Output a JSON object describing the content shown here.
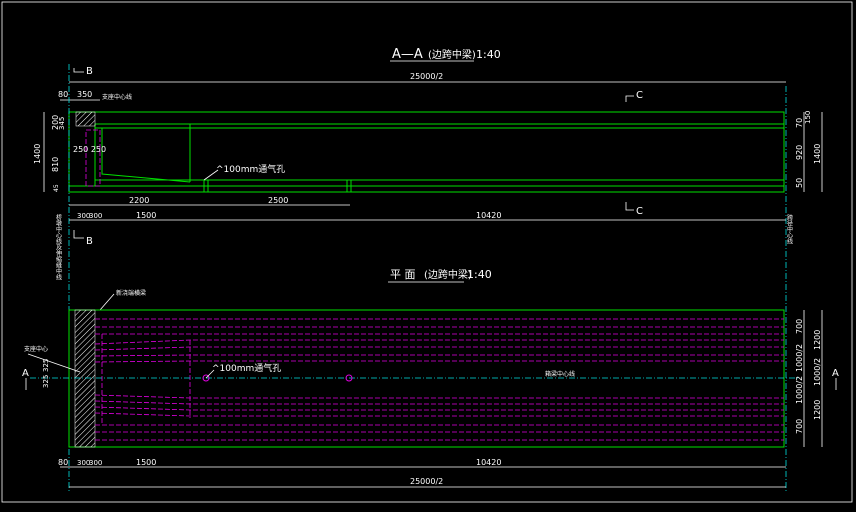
{
  "section": {
    "title_prefix": "A—A",
    "title_cn": "(边跨中梁)",
    "title_scale": "1:40",
    "overall_dim": "25000/2",
    "dims_top_left": [
      "80",
      "350"
    ],
    "dims_left_vertical": [
      "1400",
      "200",
      "345",
      "810",
      "45"
    ],
    "dims_web": "250 250",
    "dims_right_vertical": [
      "1400",
      "70",
      "920",
      "50",
      "150"
    ],
    "dims_bottom": [
      "2200",
      "2500"
    ],
    "dims_bottom2": [
      "300",
      "300",
      "1500",
      "10420"
    ],
    "vent_label": "^100mm通气孔",
    "support_label": "支座中心线"
  },
  "section_marks": {
    "b_top": "B",
    "b_bottom": "B",
    "c_top": "C",
    "c_bottom": "C"
  },
  "plan": {
    "title_prefix": "平 面",
    "title_cn": "(边跨中梁)",
    "title_scale": "1:40",
    "vertical_left_note": "桥墩中心线及伸缩缝中线",
    "vertical_right_note": "跨径中心线",
    "end_note": "新浇端横梁",
    "support_note": "支座中心",
    "vent_label": "^100mm通气孔",
    "centerline_label": "箱梁中心线",
    "a_mark": "A",
    "dims_right": [
      "700",
      "1200",
      "1000/2",
      "1000/2",
      "1200",
      "700"
    ],
    "dims_left": [
      "325",
      "325"
    ],
    "dims_bottom": [
      "80",
      "300",
      "300",
      "1500",
      "10420"
    ],
    "overall_dim": "25000/2"
  },
  "colors": {
    "background": "#000000",
    "outline": "#00e000",
    "dimension": "#ffffff",
    "centerline": "#00e0e0",
    "tendon": "#e000e0"
  }
}
